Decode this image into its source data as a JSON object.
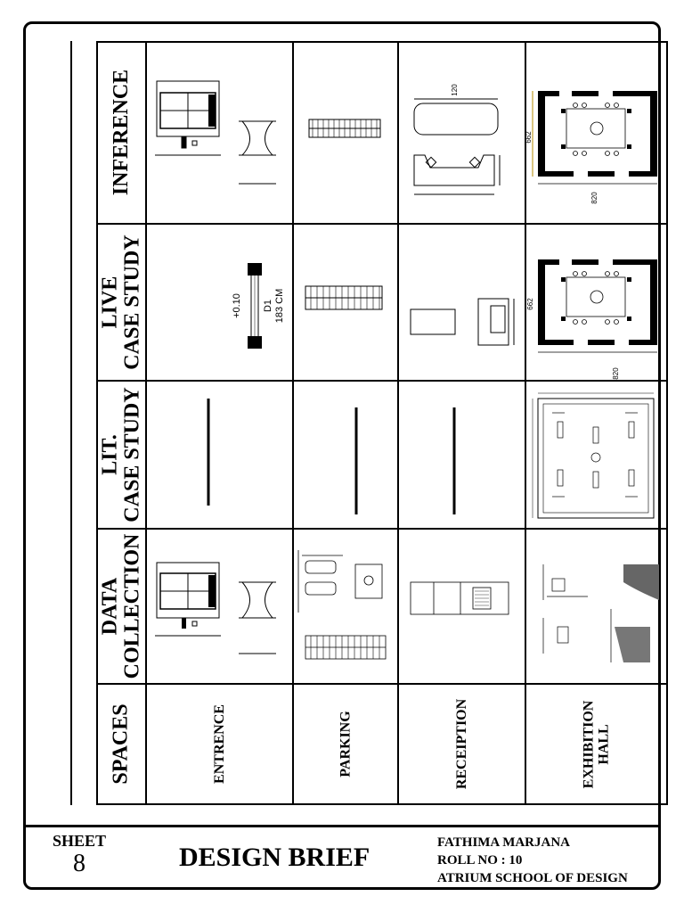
{
  "row_headings": {
    "inference": "INFERENCE",
    "live_case_study": [
      "LIVE",
      "CASE STUDY"
    ],
    "lit_case_study": [
      "LIT.",
      "CASE STUDY"
    ],
    "data_collection": [
      "DATA",
      "COLLECTION"
    ],
    "spaces": "SPACES"
  },
  "spaces": {
    "entrance": [
      "ENTRENCE"
    ],
    "parking": [
      "PARKING"
    ],
    "reception": [
      "RECEIPTION"
    ],
    "exhibition": [
      "EXHIBITION",
      "HALL"
    ]
  },
  "drawing_labels": {
    "live_door_level": "+0.10",
    "live_door_code": "D1",
    "live_door_width": "183 CM",
    "inference_counter_width": "120",
    "inference_hall_width": "820",
    "inference_hall_depth": "662",
    "live_hall_width": "820",
    "live_hall_depth": "662"
  },
  "title_block": {
    "sheet_label": "SHEET",
    "sheet_number": "8",
    "title": "DESIGN BRIEF",
    "name": "FATHIMA MARJANA",
    "roll": "ROLL NO : 10",
    "school": "ATRIUM SCHOOL OF DESIGN"
  }
}
